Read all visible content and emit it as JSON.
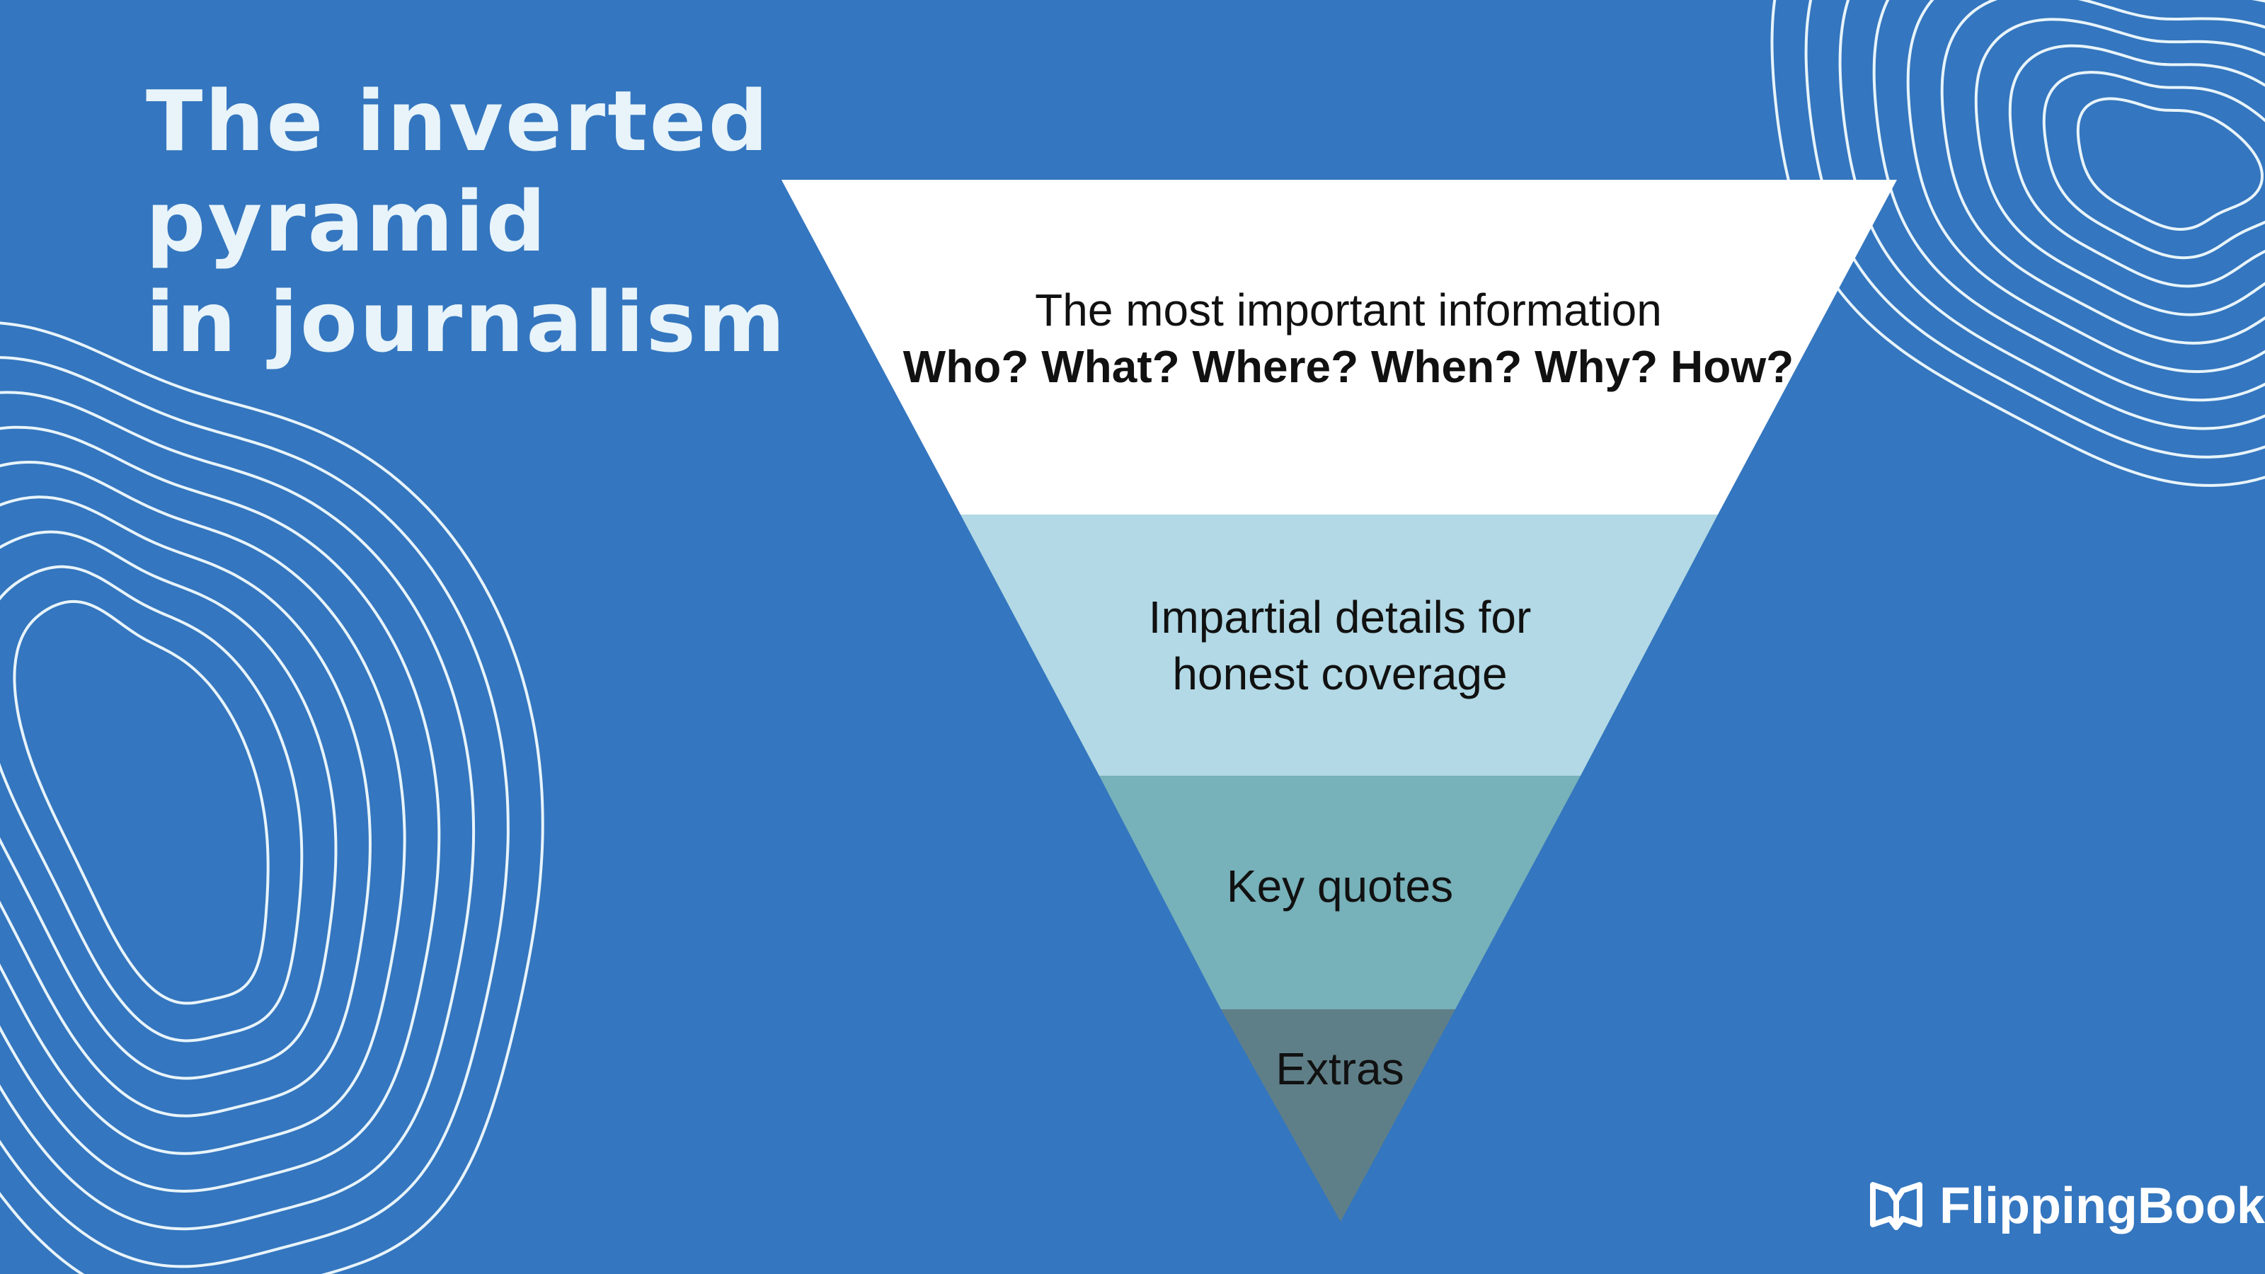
{
  "title": {
    "line1": "The inverted",
    "line2": "pyramid",
    "line3": "in journalism"
  },
  "pyramid": {
    "levels": [
      {
        "line1": "The most important information",
        "line2": "Who? What? Where? When? Why? How?",
        "color": "#ffffff"
      },
      {
        "line1": "Impartial details for",
        "line2": "honest coverage",
        "color": "#b2d9e5"
      },
      {
        "line1": "Key quotes",
        "color": "#77b1ba"
      },
      {
        "line1": "Extras",
        "color": "#5f7f88"
      }
    ]
  },
  "brand": {
    "name": "FlippingBook",
    "icon": "flippingbook-logo-icon"
  },
  "colors": {
    "background": "#3476bf",
    "contour_lines": "#e8f4fa",
    "title_text": "#e8f4fa"
  }
}
